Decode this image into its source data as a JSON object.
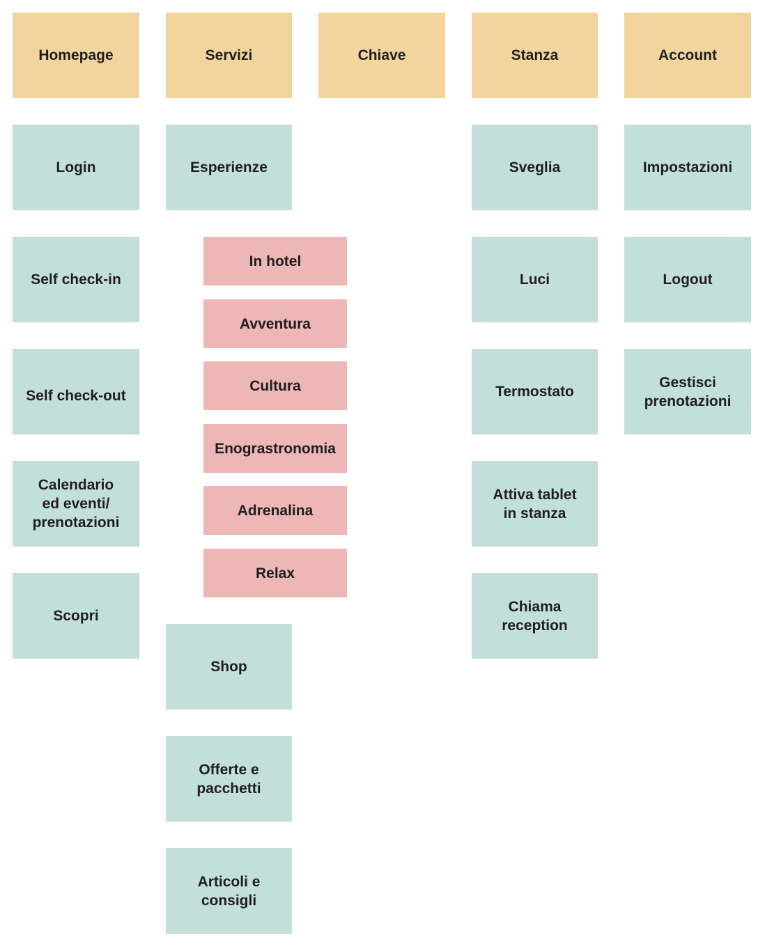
{
  "colors": {
    "header": "#f2d49e",
    "item": "#c3dfda",
    "category": "#ecb7b6",
    "text": "#1f1f1f"
  },
  "columns": {
    "homepage": {
      "title": "Homepage",
      "items": [
        "Login",
        "Self check-in",
        "Self check-out",
        "Calendario\ned eventi/\nprenotazioni",
        "Scopri"
      ]
    },
    "servizi": {
      "title": "Servizi",
      "items": [
        "Esperienze",
        "Shop",
        "Offerte e\npacchetti",
        "Articoli e\nconsigli"
      ],
      "esperienze_categories": [
        "In hotel",
        "Avventura",
        "Cultura",
        "Enograstronomia",
        "Adrenalina",
        "Relax"
      ]
    },
    "chiave": {
      "title": "Chiave",
      "items": []
    },
    "stanza": {
      "title": "Stanza",
      "items": [
        "Sveglia",
        "Luci",
        "Termostato",
        "Attiva tablet\nin stanza",
        "Chiama\nreception"
      ]
    },
    "account": {
      "title": "Account",
      "items": [
        "Impostazioni",
        "Logout",
        "Gestisci\nprenotazioni"
      ]
    }
  }
}
